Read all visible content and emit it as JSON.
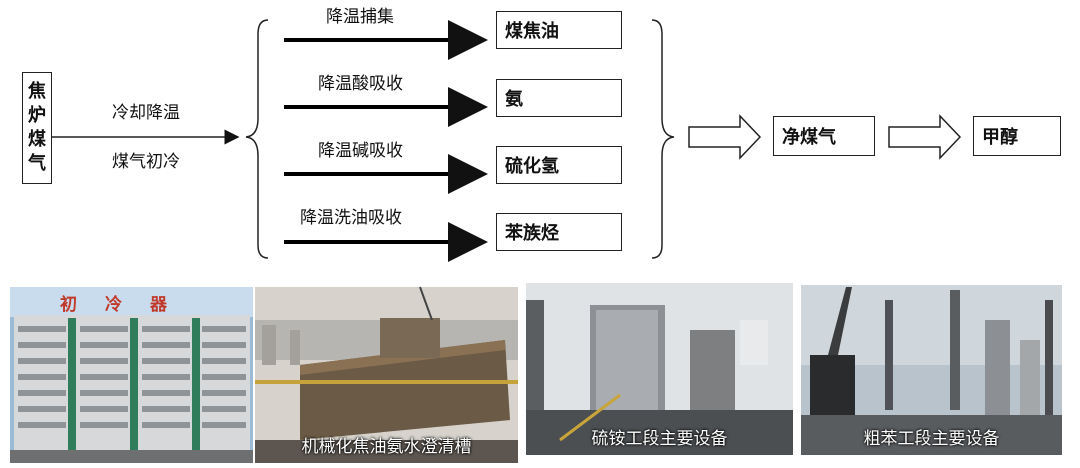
{
  "source": {
    "label": "焦\n炉\n煤\n气"
  },
  "primary": {
    "top_label": "冷却降温",
    "bottom_label": "煤气初冷"
  },
  "branches": [
    {
      "process": "降温捕集",
      "product": "煤焦油"
    },
    {
      "process": "降温酸吸收",
      "product": "氨"
    },
    {
      "process": "降温碱吸收",
      "product": "硫化氢"
    },
    {
      "process": "降温洗油吸收",
      "product": "苯族烃"
    }
  ],
  "outputs": [
    "净煤气",
    "甲醇"
  ],
  "photos": [
    {
      "caption": "",
      "sign": "初冷器"
    },
    {
      "caption": "机械化焦油氨水澄清槽"
    },
    {
      "caption": "硫铵工段主要设备"
    },
    {
      "caption": "粗苯工段主要设备"
    }
  ]
}
